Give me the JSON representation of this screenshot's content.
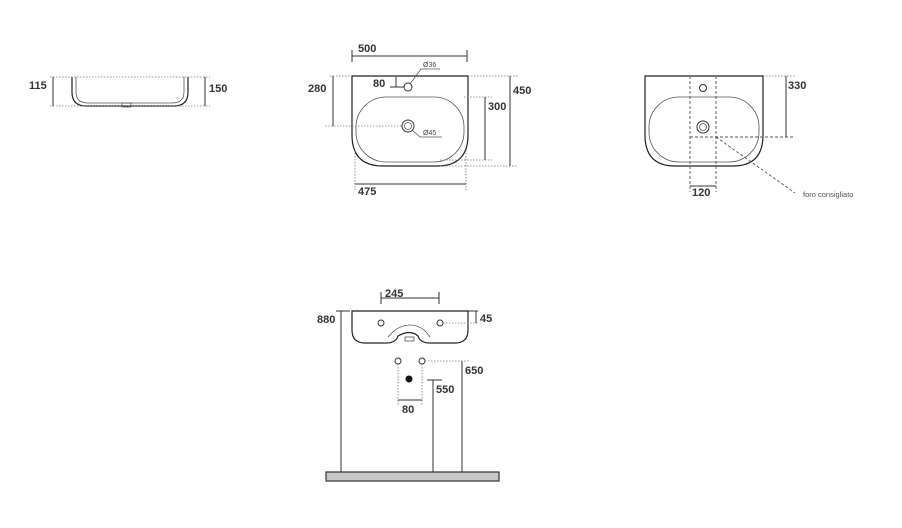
{
  "side_view": {
    "inner_height": "115",
    "total_height": "150"
  },
  "top_view": {
    "width": "500",
    "depth_to_drain": "280",
    "tap_offset": "80",
    "tap_hole": "Ø36",
    "bowl_depth": "300",
    "total_depth": "450",
    "bowl_width": "475",
    "drain_hole": "Ø45"
  },
  "rear_view": {
    "hole_distance": "330",
    "hole_width": "120",
    "note": "foro consigliato"
  },
  "front_view": {
    "fixing_distance": "245",
    "fixing_height": "45",
    "mount_height": "880",
    "supply_distance": "80",
    "waste_height": "550",
    "supply_height": "650"
  }
}
